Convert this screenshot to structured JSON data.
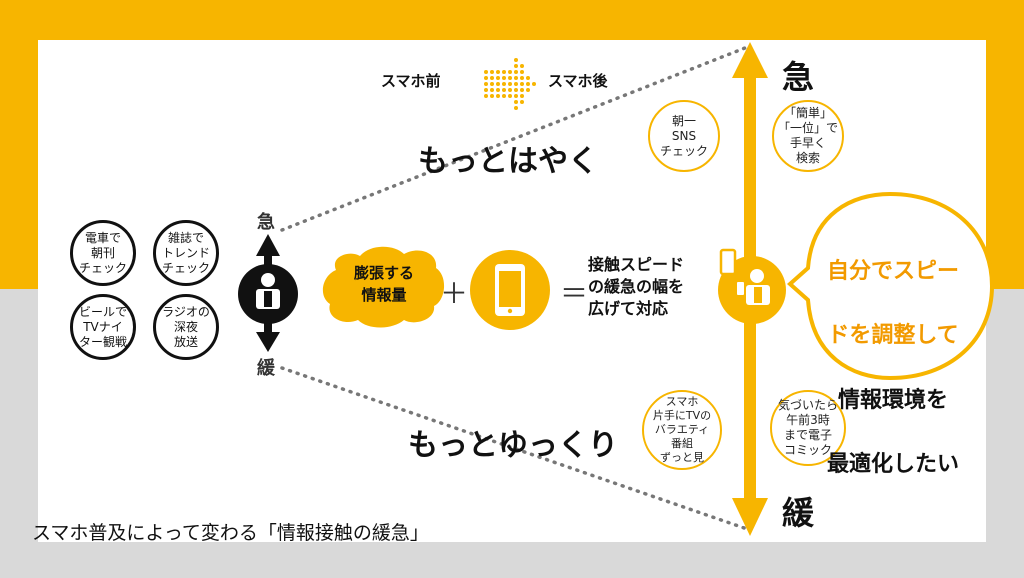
{
  "legend": {
    "before": "スマホ前",
    "after": "スマホ後"
  },
  "headline_fast": "もっとはやく",
  "headline_slow": "もっとゆっくり",
  "left_axis": {
    "top": "急",
    "bottom": "緩"
  },
  "right_axis": {
    "top": "急",
    "bottom": "緩"
  },
  "before_activities": [
    "電車で\n朝刊\nチェック",
    "雑誌で\nトレンド\nチェック",
    "ビールで\nTVナイ\nター観戦",
    "ラジオの\n深夜\n放送"
  ],
  "after_activities": [
    "朝一\nSNS\nチェック",
    "「簡単」\n「一位」で\n手早く\n検索",
    "スマホ\n片手にTVの\nバラエティ\n番組\nずっと見",
    "気づいたら\n午前3時\nまで電子\nコミック"
  ],
  "expanding_info": "膨張する\n情報量",
  "plus": "＋",
  "equals": "＝",
  "contact_text": "接触スピード\nの緩急の幅を\n広げて対応",
  "bubble": {
    "line1": "自分でスピー",
    "line2": "ドを調整して",
    "line3": "情報環境を",
    "line4": "最適化したい"
  },
  "caption": "スマホ普及によって変わる「情報接触の緩急」",
  "colors": {
    "accent": "#f7b500",
    "dark": "#111111",
    "gray": "#d9d9d9"
  }
}
